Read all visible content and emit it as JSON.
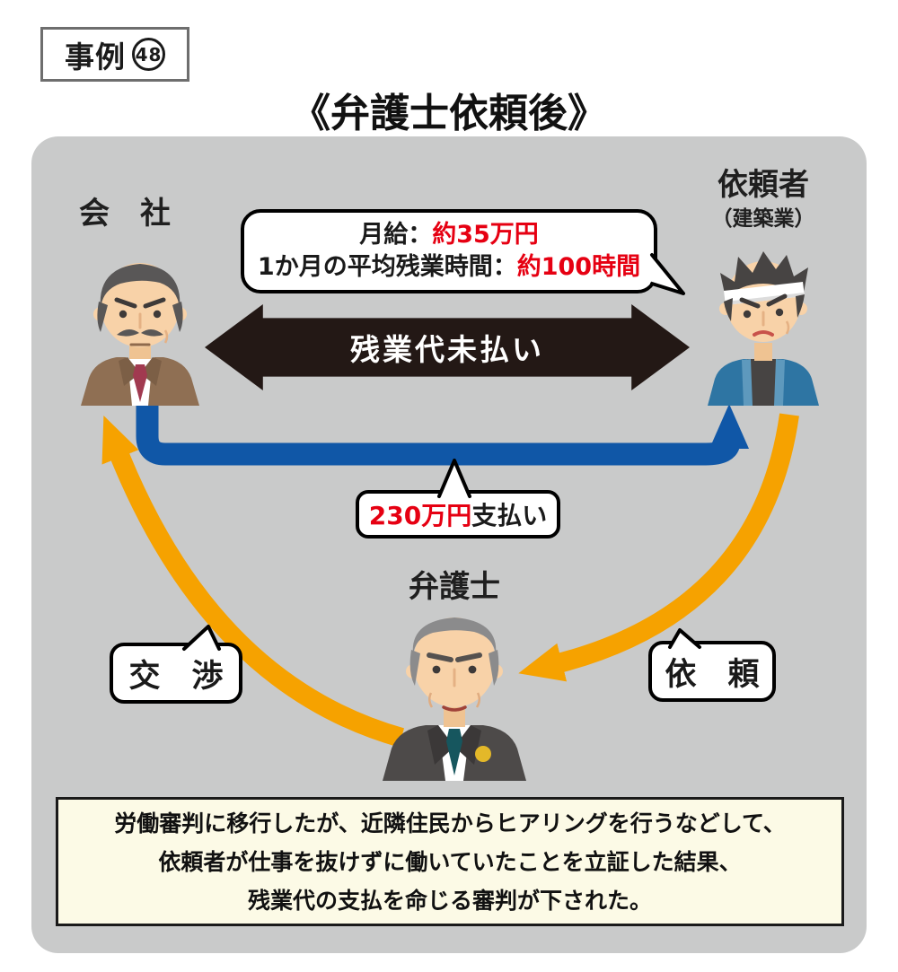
{
  "case_badge": {
    "label": "事例",
    "number": "48"
  },
  "title": "《弁護士依頼後》",
  "actors": {
    "company": {
      "label": "会　社"
    },
    "client": {
      "label": "依頼者",
      "sublabel": "（建築業）"
    },
    "lawyer": {
      "label": "弁護士"
    }
  },
  "salary_bubble": {
    "line1_label": "月給：",
    "line1_value": "約35万円",
    "line2_label": "1か月の平均残業時間：",
    "line2_value": "約100時間"
  },
  "unpaid_arrow": {
    "label": "残業代未払い"
  },
  "payment_bubble": {
    "value": "230万円",
    "suffix": "支払い"
  },
  "negotiation_bubble": {
    "label": "交　渉"
  },
  "request_bubble": {
    "label": "依　頼"
  },
  "result_box": {
    "lines": [
      "労働審判に移行したが、近隣住民からヒアリングを行うなどして、",
      "依頼者が仕事を抜けずに働いていたことを立証した結果、",
      "残業代の支払を命じる審判が下された。"
    ]
  },
  "colors": {
    "accent_blue": "#1057a7",
    "accent_orange": "#f6a200",
    "accent_red": "#e60012",
    "arrow_black": "#231815",
    "panel_gray": "#c9caca",
    "result_bg": "#fcfae6"
  }
}
